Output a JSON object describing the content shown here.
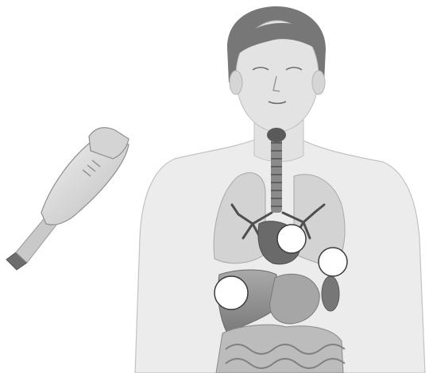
{
  "diagram": {
    "subject": "ultrasound-probe-placement",
    "figure": "human-torso-anatomy",
    "probe": "ultrasound-transducer-icon",
    "organs": [
      "trachea",
      "lungs",
      "heart",
      "liver",
      "stomach",
      "spleen",
      "intestines"
    ],
    "markers": [
      {
        "id": "marker-heart",
        "label": ""
      },
      {
        "id": "marker-left-upper-abdomen",
        "label": ""
      },
      {
        "id": "marker-right-upper-abdomen",
        "label": ""
      }
    ]
  },
  "colors": {
    "skin": "#e7e7e7",
    "skin_outline": "#b9b9b9",
    "hair": "#747474",
    "face": "#dcdcdc",
    "organ_light": "#9a9a9a",
    "organ_dark": "#6a6a6a",
    "bronchi": "#4e4e4e",
    "marker_fill": "#ffffff",
    "marker_stroke": "#3a3a3a"
  }
}
